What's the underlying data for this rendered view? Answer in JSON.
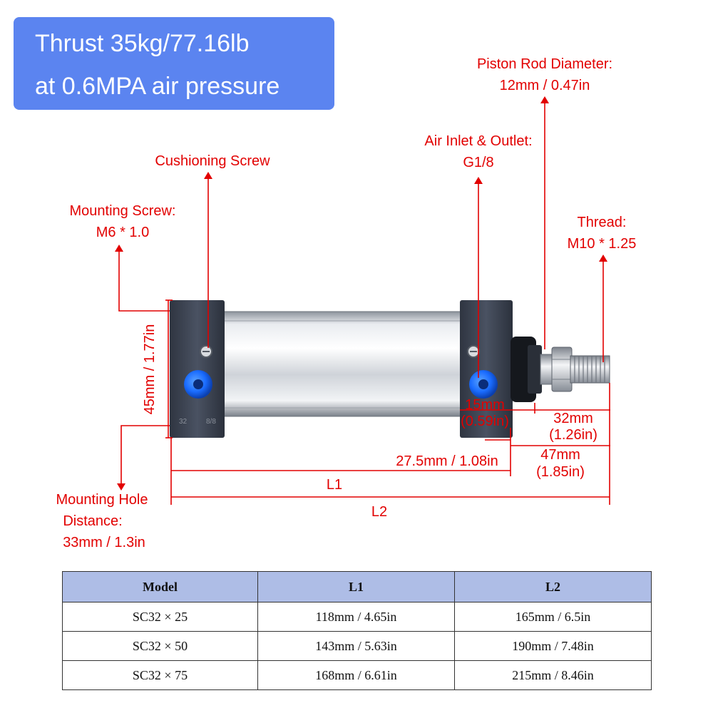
{
  "banner": {
    "line1": "Thrust 35kg/77.16lb",
    "line2": "at 0.6MPA air pressure",
    "color": "#5b84f0"
  },
  "callouts": {
    "piston_rod_title": "Piston Rod Diameter:",
    "piston_rod_value": "12mm / 0.47in",
    "air_inlet_title": "Air Inlet & Outlet:",
    "air_inlet_value": "G1/8",
    "cushioning": "Cushioning Screw",
    "mounting_screw_title": "Mounting Screw:",
    "mounting_screw_value": "M6 * 1.0",
    "thread_title": "Thread:",
    "thread_value": "M10 * 1.25",
    "mounting_hole_line1": "Mounting Hole",
    "mounting_hole_line2": "Distance:",
    "mounting_hole_line3": "33mm / 1.3in"
  },
  "dimensions": {
    "height": "45mm / 1.77in",
    "port_offset_mm": "15mm",
    "port_offset_in": "(0.59in)",
    "rod_mm": "32mm",
    "rod_in": "(1.26in)",
    "end_to_port": "27.5mm / 1.08in",
    "rod_total_mm": "47mm",
    "rod_total_in": "(1.85in)",
    "l1": "L1",
    "l2": "L2"
  },
  "body_marks": {
    "left_code": "32",
    "right_code": "8/8"
  },
  "colors": {
    "annotation": "#e20000",
    "end_cap": "#3d4452",
    "port": "#1a6cff",
    "table_header": "#aebde6"
  },
  "table": {
    "headers": [
      "Model",
      "L1",
      "L2"
    ],
    "rows": [
      [
        "SC32 × 25",
        "118mm / 4.65in",
        "165mm / 6.5in"
      ],
      [
        "SC32 × 50",
        "143mm / 5.63in",
        "190mm / 7.48in"
      ],
      [
        "SC32 × 75",
        "168mm / 6.61in",
        "215mm / 8.46in"
      ]
    ]
  }
}
